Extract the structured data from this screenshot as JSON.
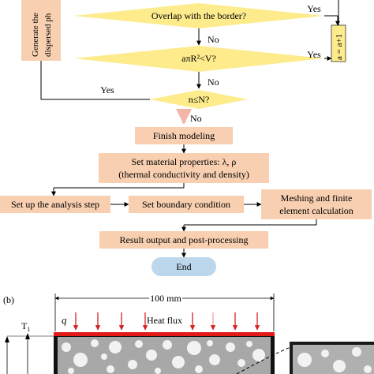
{
  "flowchart": {
    "side_box": {
      "line1": "Generate the",
      "line2": "dispersed ph"
    },
    "decision_overlap": "Overlap with the border?",
    "decision_volume": "aπR²<V?",
    "decision_count": "n≤N?",
    "branch_yes_1": "Yes",
    "branch_yes_2": "Yes",
    "branch_yes_3": "Yes",
    "branch_no_1": "No",
    "branch_no_2": "No",
    "branch_no_3": "No",
    "counter_box": "a = a+1",
    "finish_modeling": "Finish modeling",
    "material": {
      "line1": "Set material properties: λ, ρ",
      "line2": "(thermal conductivity and density)"
    },
    "analysis_step": "Set up the analysis step",
    "boundary": "Set boundary condition",
    "meshing": {
      "line1": "Meshing and finite",
      "line2": "element calculation"
    },
    "result_output": "Result output and post-processing",
    "end": "End",
    "colors": {
      "decision_fill": "#fdeb8c",
      "process_fill": "#f8cfb0",
      "end_fill": "#bcd6ec",
      "no_arrow": "#f3b5a6"
    }
  },
  "panel_b": {
    "label": "(b)",
    "width_label": "100 mm",
    "heat_flux_symbol": "q",
    "heat_flux_label": "Heat flux",
    "temperature_label": "T",
    "temperature_subscript": "1",
    "colors": {
      "flux_arrow": "#d42020",
      "top_plate": "#e41a1a",
      "matrix": "#a8a8a8"
    }
  }
}
